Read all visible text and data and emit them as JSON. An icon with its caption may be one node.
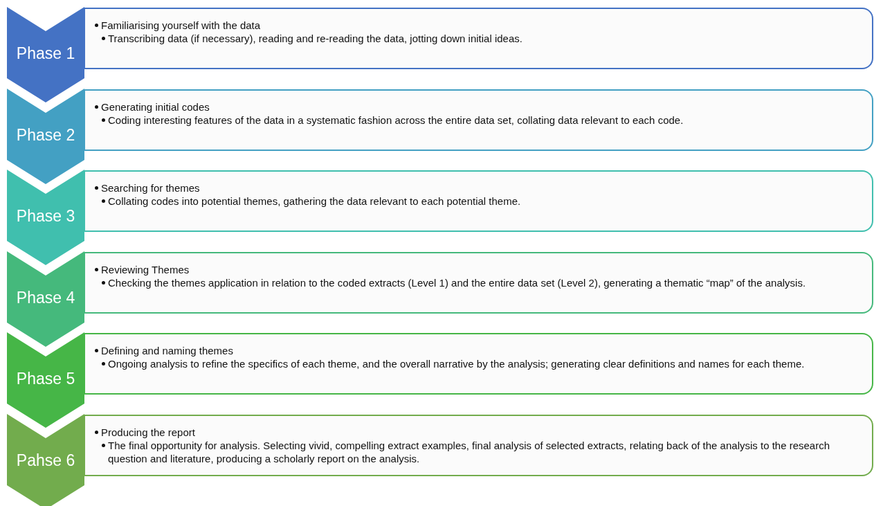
{
  "diagram": {
    "nodes": [
      {
        "text": [
          "Phase 1"
        ]
      },
      {
        "text": [
          "Familiarising yourself with the data",
          "Transcribing data (if necessary), reading and re-reading the data, jotting down initial ideas."
        ]
      },
      {
        "text": [
          "Phase 2"
        ]
      },
      {
        "text": [
          "Generating initial codes",
          "Coding interesting features of the data in a systematic fashion across the entire data set, collating data relevant to each code."
        ]
      },
      {
        "text": [
          "Phase 3"
        ]
      },
      {
        "text": [
          "Searching for themes",
          "Collating codes into potential themes, gathering the data relevant to each potential theme."
        ]
      },
      {
        "text": [
          "Phase 4"
        ]
      },
      {
        "text": [
          "Reviewing Themes",
          "Checking the themes application in relation to the coded extracts (Level 1) and the entire data set (Level 2), generating a thematic “map” of the analysis."
        ]
      },
      {
        "text": [
          "Phase 5"
        ]
      },
      {
        "text": [
          "Defining and naming themes",
          "Ongoing analysis to refine the specifics of each theme, and the overall narrative by the analysis; generating clear definitions and names for each theme."
        ]
      },
      {
        "text": [
          "Pahse 6"
        ]
      },
      {
        "text": [
          "Producing the report",
          "The final opportunity for analysis. Selecting vivid, compelling extract examples, final analysis of selected extracts, relating back of the analysis to the research question and literature, producing a scholarly report on the analysis."
        ]
      }
    ]
  }
}
